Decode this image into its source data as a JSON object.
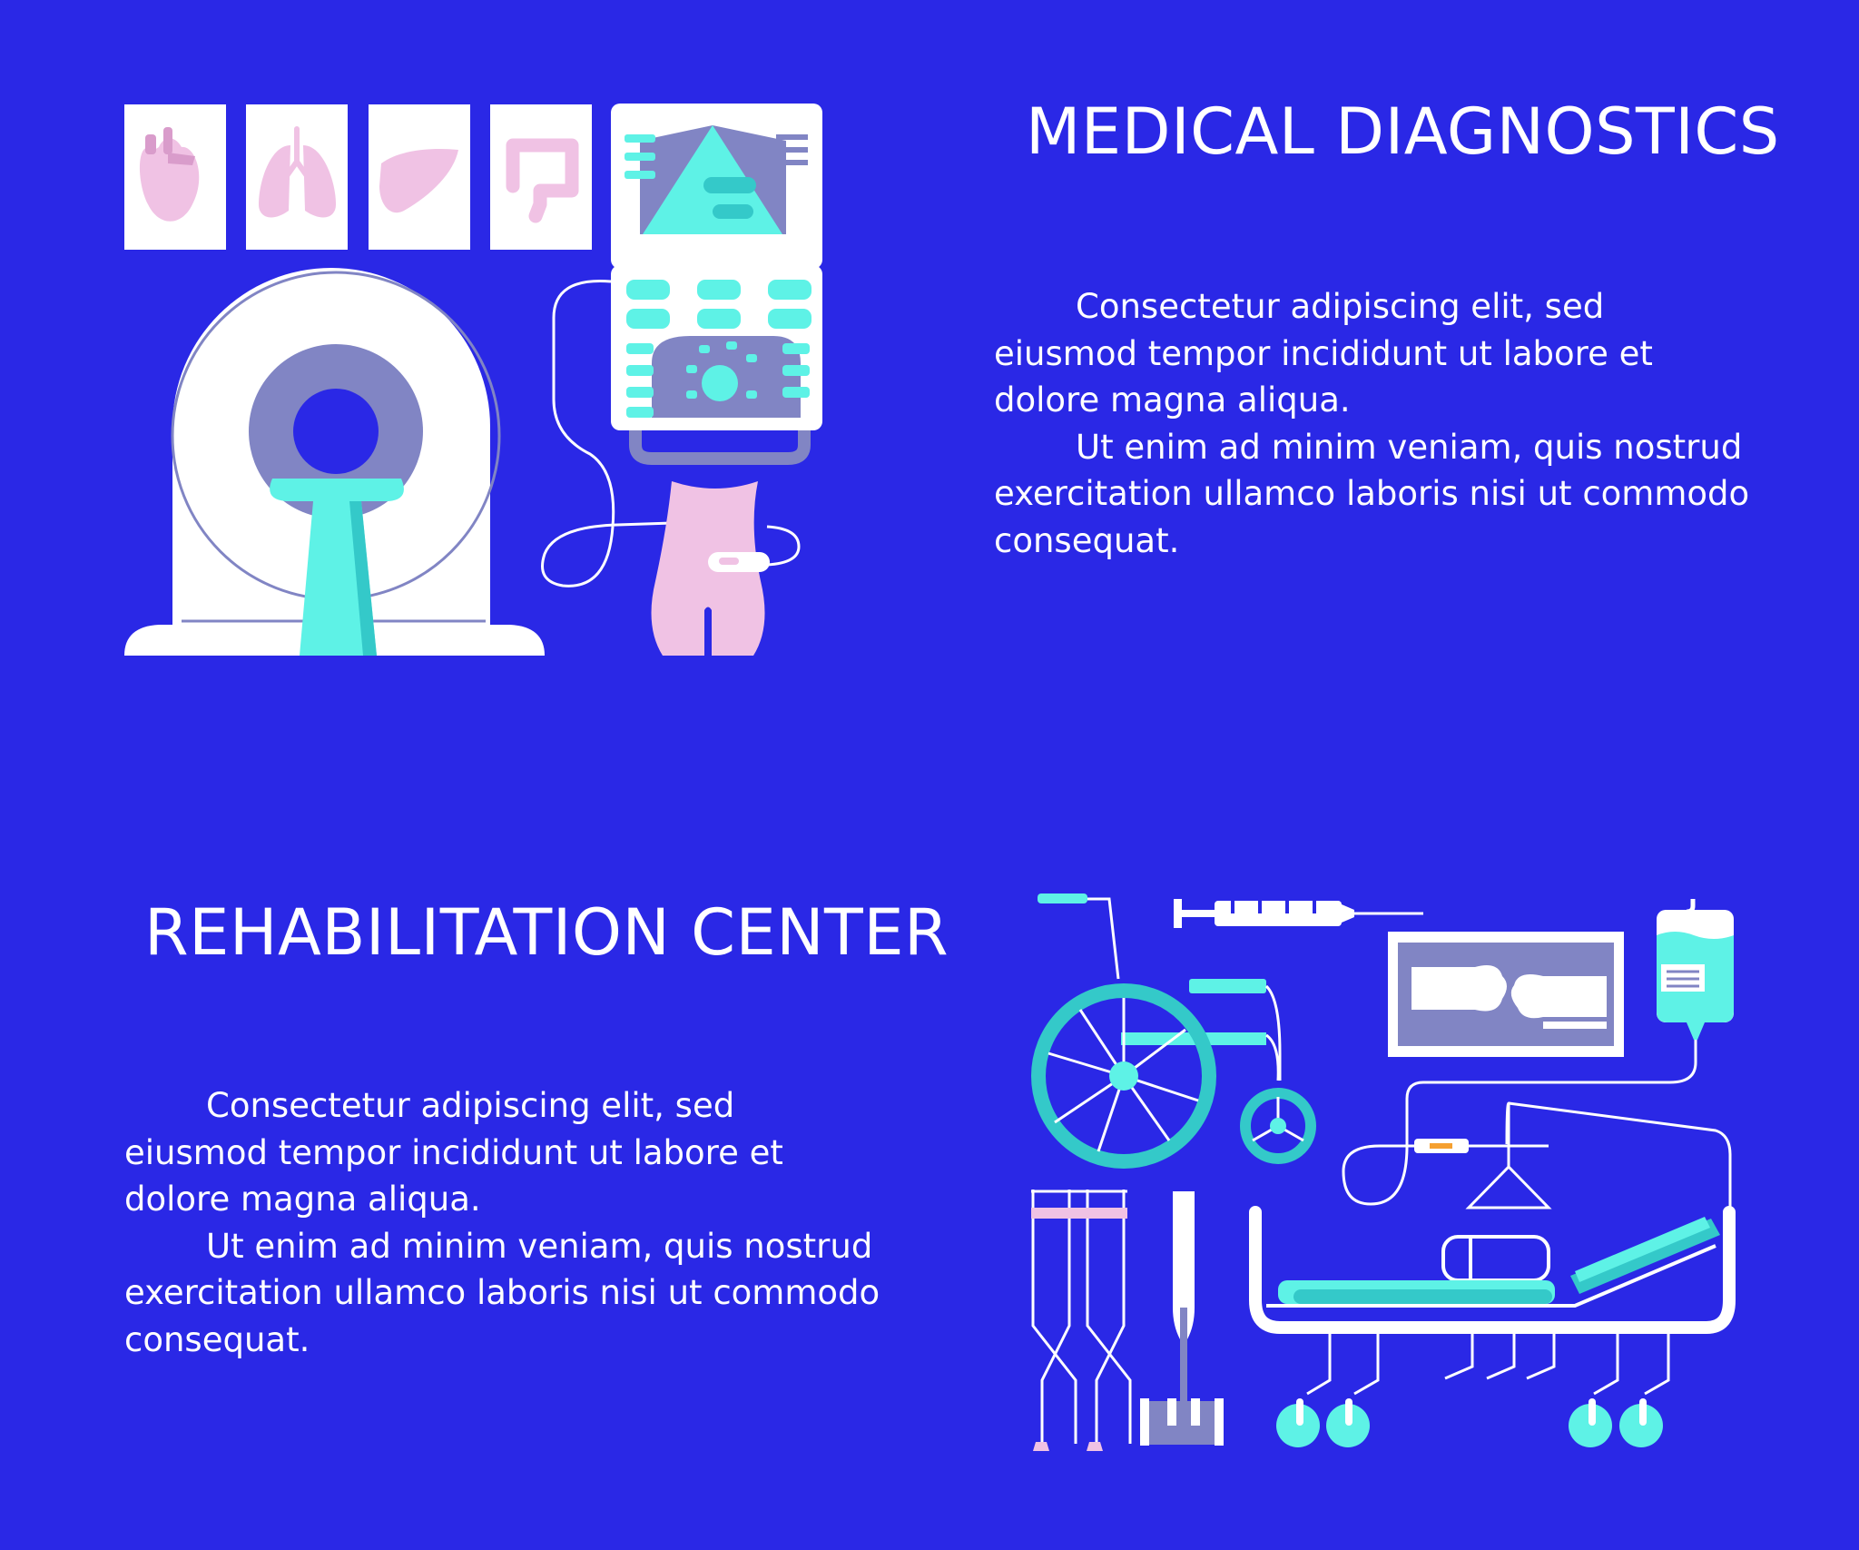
{
  "colors": {
    "background": "#2a28e6",
    "white": "#ffffff",
    "turquoise": "#5ef2e6",
    "teal": "#34c9c9",
    "slate": "#8185c4",
    "pink": "#f0c2e4",
    "pink_dark": "#d99ccb",
    "orange": "#f5a030"
  },
  "diagnostics": {
    "title": "MEDICAL DIAGNOSTICS",
    "paragraphs": [
      "Consectetur adipiscing elit, sed eiusmod tempor incididunt ut labore et dolore magna aliqua.",
      "Ut enim ad minim veniam, quis nostrud exercitation ullamco laboris nisi ut commodo consequat."
    ],
    "icons": [
      "heart-icon",
      "lungs-icon",
      "liver-icon",
      "intestine-icon",
      "mri-scanner-icon",
      "ultrasound-machine-icon",
      "patient-torso-icon",
      "ultrasound-probe-icon"
    ]
  },
  "rehabilitation": {
    "title": "REHABILITATION CENTER",
    "paragraphs": [
      "Consectetur adipiscing elit, sed eiusmod tempor incididunt ut labore et dolore magna aliqua.",
      "Ut enim ad minim veniam, quis nostrud exercitation ullamco laboris nisi ut commodo consequat."
    ],
    "icons": [
      "wheelchair-icon",
      "syringe-icon",
      "knee-xray-icon",
      "iv-drip-icon",
      "crutches-icon",
      "cane-icon",
      "hospital-bed-icon"
    ]
  }
}
